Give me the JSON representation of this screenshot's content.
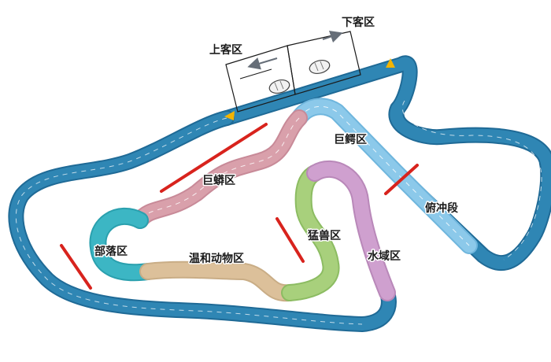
{
  "colors": {
    "outer_track": "#2f86b4",
    "outer_track_edge": "#1f6a96",
    "inner_track": "#8cc9ea",
    "python_zone": "#d9a0ab",
    "tribe_zone": "#3cb6c4",
    "gentle_zone": "#dcc09a",
    "beast_zone": "#a8d07c",
    "water_zone": "#cfa0cf",
    "barrier": "#d8231d",
    "arrow_yellow": "#f4b400",
    "arrow_gray": "#666e78",
    "lane_line": "#ffffff"
  },
  "labels": {
    "boarding": "上客区",
    "alighting": "下客区",
    "crocodile": "巨鳄区",
    "python": "巨蟒区",
    "dive": "俯冲段",
    "beast": "猛兽区",
    "tribe": "部落区",
    "gentle": "温和动物区",
    "water": "水域区"
  },
  "icons": [
    "direction-arrow-icon",
    "vehicle-icon",
    "barrier-line"
  ]
}
